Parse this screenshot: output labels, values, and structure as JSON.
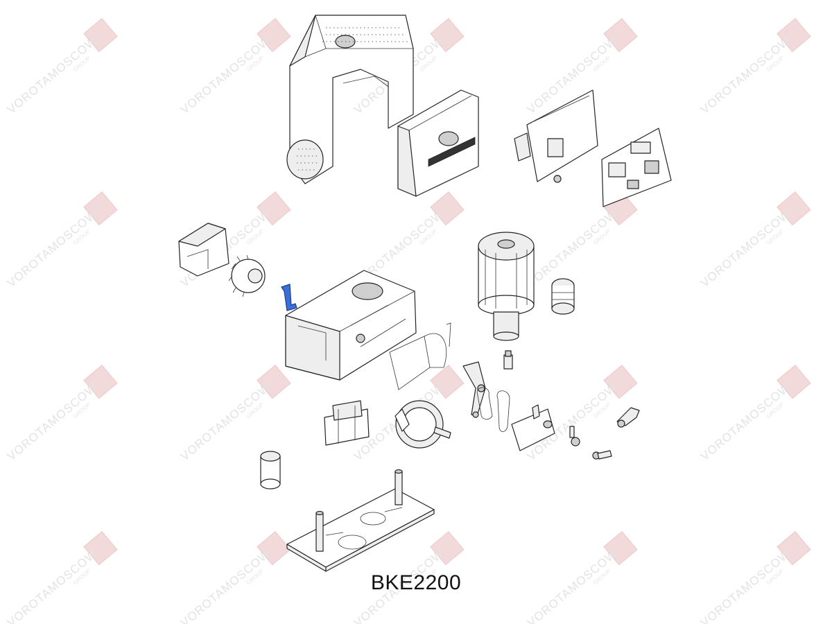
{
  "diagram": {
    "model_label": "BKE2200",
    "watermark": {
      "text": "VOROTAMOSCOW",
      "subtext": "GROUP"
    },
    "highlight_color": "#3a6fd8"
  }
}
